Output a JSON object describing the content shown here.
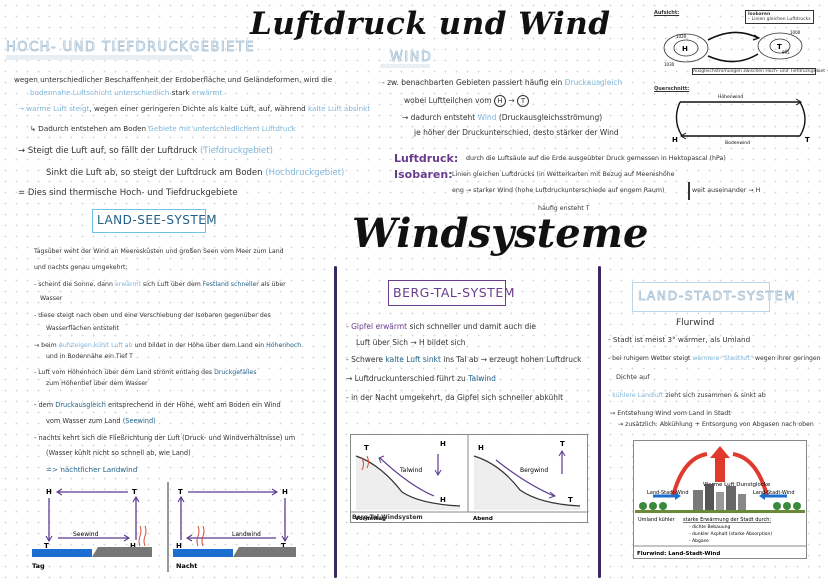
{
  "title": "Luftdruck und Wind",
  "sections": {
    "hoch_tief": "HOCH- UND TIEFDRUCKGEBIETE",
    "wind": "WIND",
    "windsysteme": "Windsysteme",
    "land_see": "LAND-SEE-SYSTEM",
    "berg_tal": "BERG-TAL-SYSTEM",
    "land_stadt": "LAND-STADT-SYSTEM"
  },
  "hoch_tief": {
    "l1": "wegen unterschiedlicher Beschaffenheit der Erdoberfläche und Geländeformen, wird die",
    "l2a": "bodennahe",
    "l2b": "Luftschicht unterschiedlich",
    "l2c": "stark",
    "l2d": "erwärmt",
    "l3a": "→ warme Luft steigt",
    "l3b": ", wegen einer geringeren Dichte als kalte Luft, auf, während",
    "l3c": "kalte Luft absinkt",
    "l4a": "↳ Dadurch entstehen am Boden",
    "l4b": "Gebiete mit unterschiedlichem Luftdruck",
    "l5a": "→ Steigt die Luft auf, so fällt der Luftdruck",
    "l5b": "(Tiefdruckgebiet)",
    "l6a": "Sinkt die Luft ab, so steigt der Luftdruck am Boden",
    "l6b": "(Hochdruckgebiet)",
    "l7": "= Dies sind thermische Hoch- und Tiefdruckgebiete"
  },
  "wind": {
    "l1a": "- zw. benachbarten Gebieten passiert häufig ein",
    "l1b": "Druckausgleich",
    "l2": "wobei Luftteilchen vom",
    "l2_h": "H",
    "l2_t": "T",
    "l3a": "→ dadurch entsteht",
    "l3b": "Wind",
    "l3c": "(Druckausgleichsströmung)",
    "l4": "je höher der Druckunterschied, desto stärker der Wind",
    "luftdruck_label": "Luftdruck:",
    "luftdruck_text": "durch die Luftsäule auf die Erde ausgeübter Druck gemessen in Hektopascal (hPa)",
    "isobaren_label": "Isobaren:",
    "isobaren_text": "Linien gleichen Luftdrucks (in Wetterkarten mit Bezug auf Meereshöhe",
    "isobaren_l2": "eng → starker Wind (hohe Luftdruckunterschiede auf engem Raum)",
    "isobaren_l2b": "weit auseinander → H",
    "isobaren_l3": "häufig ensteht T"
  },
  "legend_fig": {
    "title": "Aufsicht:",
    "isobars": "Isobaren",
    "isobars_sub": "– Linien gleichen Luftdrucks",
    "caption": "Ausgleichströmungen zwischen Hoch- und Tiefdruckgebiet – Winde",
    "side": "Querschnitt:",
    "hoehenwind": "Höhenwind",
    "bodenwind": "Bodenwind",
    "p1": "1020",
    "p2": "1030",
    "p3": "1000",
    "p4": "995",
    "h": "H",
    "t": "T"
  },
  "land_see": {
    "l1": "Tagsüber weht der Wind an Meeresküsten und großen Seen vom Meer zum Land",
    "l2": "und nachts genau umgekehrt:",
    "l3a": "- scheint die Sonne, dann",
    "l3b": "erwärmt",
    "l3c": "sich Luft über dem",
    "l3d": "Festland schneller",
    "l3e": "als über",
    "l4": "Wasser",
    "l5": "- diese steigt nach oben und eine Verschiebung der Isobaren gegenüber des",
    "l6": "Wasserflächen entsteht",
    "l7a": "→ beim",
    "l7b": "Aufsteigen kühlt Luft ab",
    "l7c": "und bildet in der Höhe über dem Land ein",
    "l7d": "Höhenhoch",
    "l8": "und in Bodennähe ein Tief T",
    "l9a": "- Luft vom Höhenhoch über dem Land strömt entlang des",
    "l9b": "Druckgefälles",
    "l10": "zum Höhentief über dem Wasser",
    "l11a": "- dem",
    "l11b": "Druckausgleich",
    "l11c": "entsprechend in der Höhe, weht am Boden ein Wind",
    "l12a": "vom Wasser zum Land",
    "l12b": "(Seewind)",
    "l13": "- nachts kehrt sich die Fließrichtung der Luft (Druck- und Windverhältnisse) um",
    "l14": "(Wasser kühlt nicht so schnell ab, wie Land)",
    "l15": "=> nächtlicher Landwind",
    "fig_day": "Tag",
    "fig_night": "Nacht",
    "seewind": "Seewind",
    "landwind": "Landwind",
    "h": "H",
    "t": "T"
  },
  "berg_tal": {
    "l1a": "- Gipfel erwärmt",
    "l1b": "sich schneller und damit auch die",
    "l2": "Luft über Sich → H bildet sich",
    "l3a": "- Schwere",
    "l3b": "kalte Luft sinkt",
    "l3c": "ins Tal ab → erzeugt hohen Luftdruck",
    "l4a": "→ Luftdruckunterschied führt zu",
    "l4b": "Talwind",
    "l5": "- in der Nacht umgekehrt, da Gipfel sich schneller abkühlt",
    "talwind": "Talwind",
    "bergwind": "Bergwind",
    "vormittag": "Vormittag",
    "abend": "Abend",
    "caption": "Berg-Tal-Windsystem",
    "h": "H",
    "t": "T"
  },
  "land_stadt": {
    "flurwind": "Flurwind",
    "l1": "- Stadt ist meist 3° wärmer, als Umland",
    "l2a": "- bei ruhigem Wetter steigt",
    "l2b": "wärmere \"Stadtluft\"",
    "l2c": "wegen ihrer geringen",
    "l3": "Dichte auf",
    "l4a": "- kühlere Landluft",
    "l4b": "zieht sich zusammen & sinkt ab",
    "l5": "→ Entstehung Wind vom Land in Stadt",
    "l6": "→ zusätzlich: Abkühlung + Entsorgung von Abgasen nach oben",
    "fig_top": "Warme Luft Dunstglocke",
    "landwind_l": "Land-Stadt-Wind",
    "landwind_r": "Land-Stadt-Wind",
    "umland": "Umland kühler",
    "stadt": "starke Erwärmung der Stadt durch:",
    "s1": "- dichte Bebauung",
    "s2": "- dunkler Asphalt (starke Absorption)",
    "s3": "- Abgase",
    "caption": "Flurwind: Land-Stadt-Wind"
  },
  "colors": {
    "accent_blue": "#7fb6d9",
    "dark_blue": "#1e5f86",
    "purple": "#6a3c8e",
    "red": "#e03a2e"
  }
}
